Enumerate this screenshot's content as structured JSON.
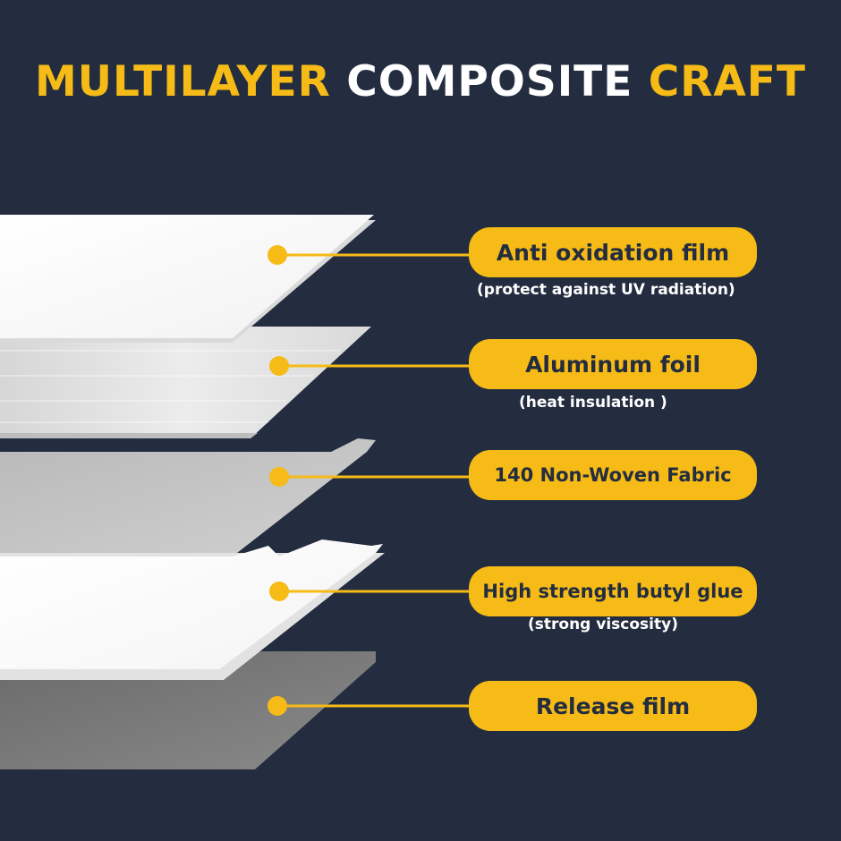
{
  "title": {
    "part1": "MULTILAYER",
    "part2": "COMPOSITE",
    "part3": "CRAFT"
  },
  "colors": {
    "background": "#232d3f",
    "accent": "#f7bb17",
    "text_dark": "#232d3f",
    "text_light": "#ffffff"
  },
  "layers": [
    {
      "label": "Anti oxidation film",
      "note": "(protect against UV radiation)"
    },
    {
      "label": "Aluminum foil",
      "note": "(heat insulation )"
    },
    {
      "label": "140 Non-Woven Fabric",
      "note": ""
    },
    {
      "label": "High strength butyl glue",
      "note": "(strong viscosity)"
    },
    {
      "label": "Release film",
      "note": ""
    }
  ]
}
